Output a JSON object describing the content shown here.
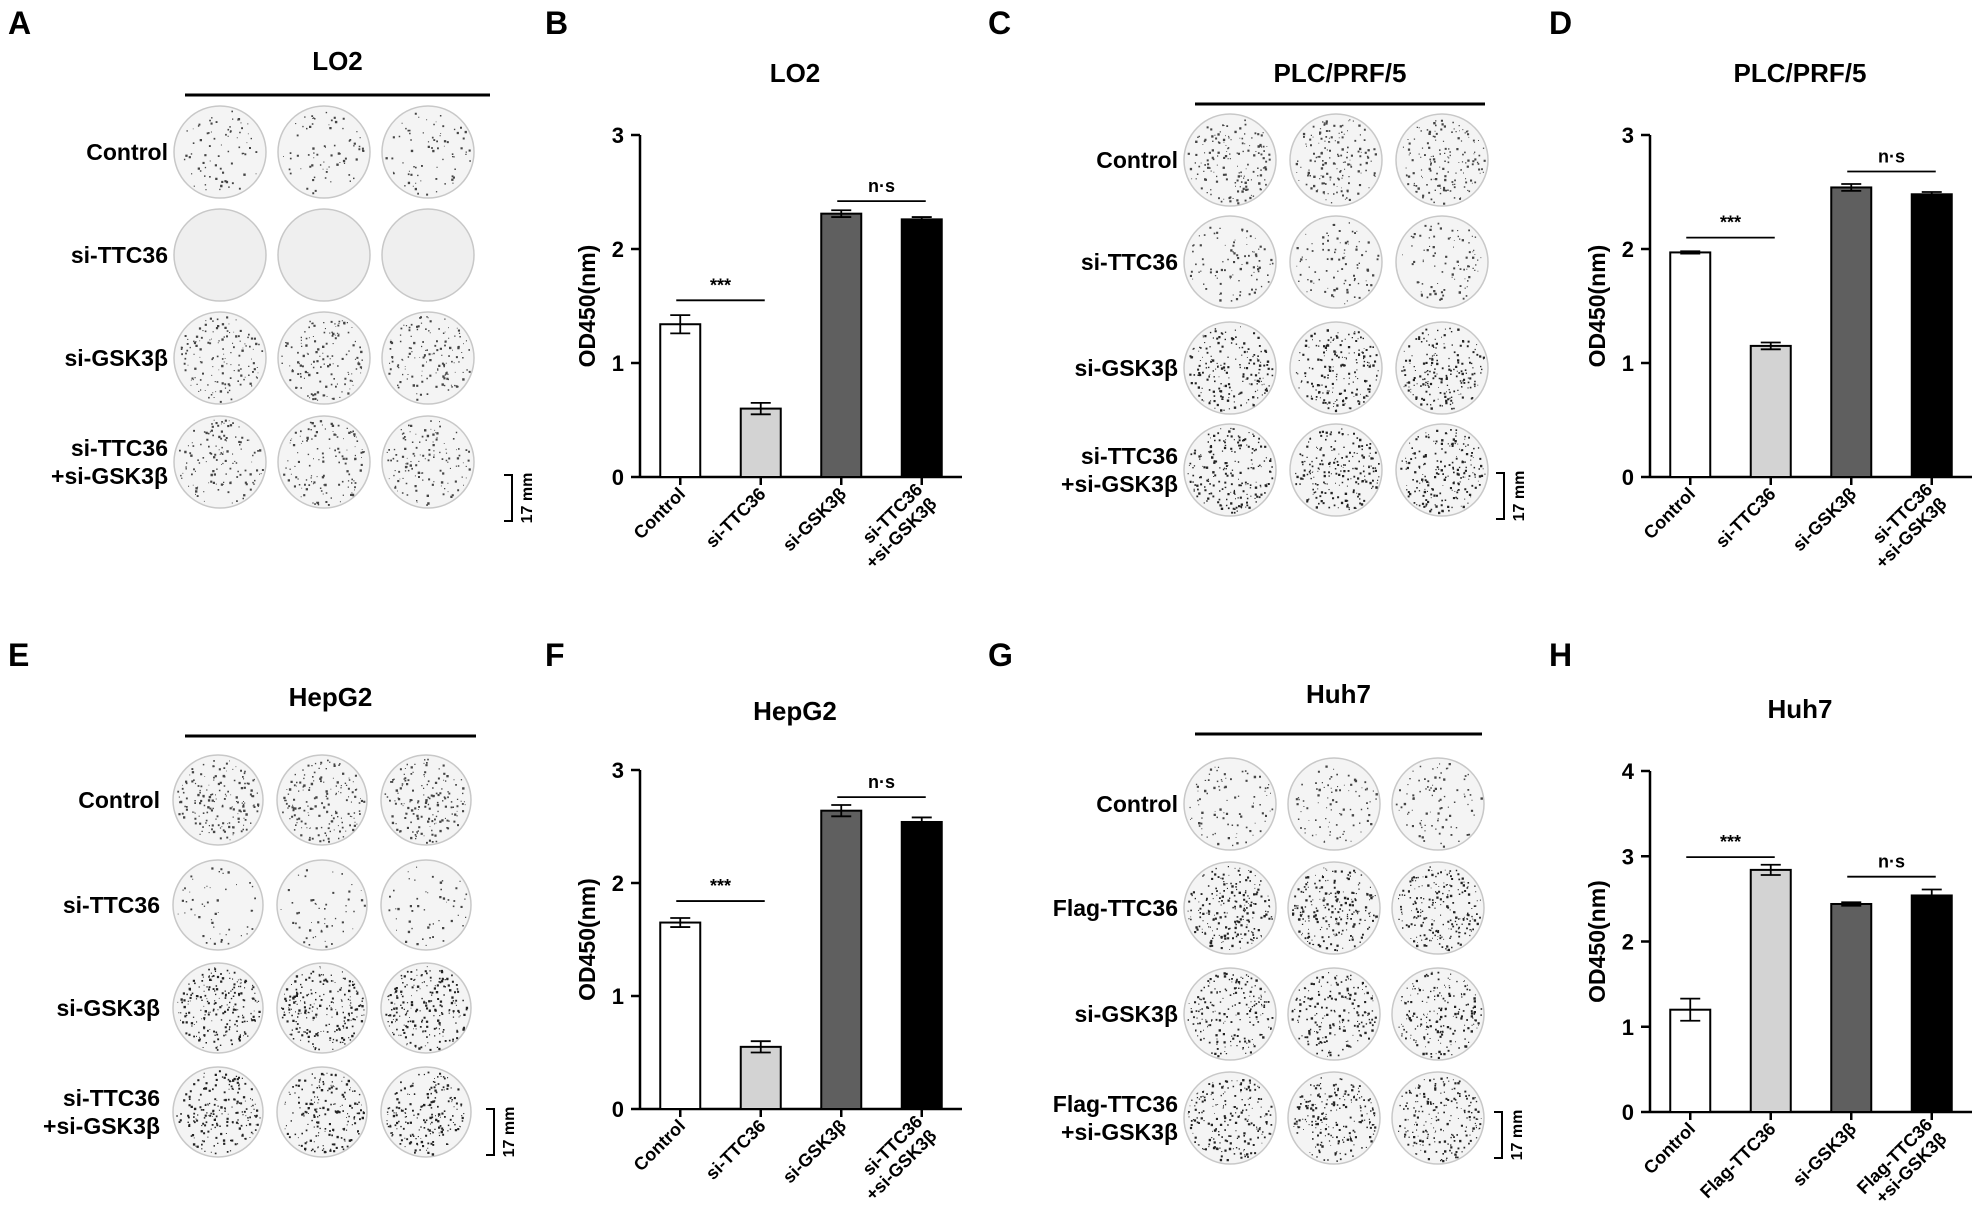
{
  "plate_panels": [
    {
      "letter": "A",
      "cell_line": "LO2",
      "rows": [
        [
          "Control"
        ],
        [
          "si-TTC36"
        ],
        [
          "si-GSK3β"
        ],
        [
          "si-TTC36",
          "+si-GSK3β"
        ]
      ],
      "densities": [
        0.28,
        0.0,
        0.55,
        0.5
      ],
      "scale_label": "17 mm"
    },
    {
      "letter": "C",
      "cell_line": "PLC/PRF/5",
      "rows": [
        [
          "Control"
        ],
        [
          "si-TTC36"
        ],
        [
          "si-GSK3β"
        ],
        [
          "si-TTC36",
          "+si-GSK3β"
        ]
      ],
      "densities": [
        0.6,
        0.35,
        0.75,
        0.8
      ],
      "scale_label": "17 mm"
    },
    {
      "letter": "E",
      "cell_line": "HepG2",
      "rows": [
        [
          "Control"
        ],
        [
          "si-TTC36"
        ],
        [
          "si-GSK3β"
        ],
        [
          "si-TTC36",
          "+si-GSK3β"
        ]
      ],
      "densities": [
        0.65,
        0.2,
        0.85,
        0.75
      ],
      "scale_label": "17 mm"
    },
    {
      "letter": "G",
      "cell_line": "Huh7",
      "rows": [
        [
          "Control"
        ],
        [
          "Flag-TTC36"
        ],
        [
          "si-GSK3β"
        ],
        [
          "Flag-TTC36",
          "+si-GSK3β"
        ]
      ],
      "densities": [
        0.35,
        0.85,
        0.75,
        0.8
      ],
      "scale_label": "17 mm"
    }
  ],
  "chart_data": [
    {
      "letter": "B",
      "type": "bar",
      "title": "LO2",
      "ylabel": "OD450(nm)",
      "ylim": [
        0,
        3
      ],
      "yticks": [
        0,
        1,
        2,
        3
      ],
      "categories": [
        [
          "Control"
        ],
        [
          "si-TTC36"
        ],
        [
          "si-GSK3β"
        ],
        [
          "si-TTC36",
          "+si-GSK3β"
        ]
      ],
      "values": [
        1.34,
        0.6,
        2.31,
        2.26
      ],
      "errors": [
        0.08,
        0.05,
        0.03,
        0.02
      ],
      "bar_colors": [
        "#ffffff",
        "#d3d3d3",
        "#5f5f5f",
        "#000000"
      ],
      "significance": [
        {
          "from": 0,
          "to": 1,
          "y": 1.55,
          "label": "***"
        },
        {
          "from": 2,
          "to": 3,
          "y": 2.42,
          "label": "n·s"
        }
      ]
    },
    {
      "letter": "D",
      "type": "bar",
      "title": "PLC/PRF/5",
      "ylabel": "OD450(nm)",
      "ylim": [
        0,
        3
      ],
      "yticks": [
        0,
        1,
        2,
        3
      ],
      "categories": [
        [
          "Control"
        ],
        [
          "si-TTC36"
        ],
        [
          "si-GSK3β"
        ],
        [
          "si-TTC36",
          "+si-GSK3β"
        ]
      ],
      "values": [
        1.97,
        1.15,
        2.54,
        2.48
      ],
      "errors": [
        0.01,
        0.03,
        0.03,
        0.02
      ],
      "bar_colors": [
        "#ffffff",
        "#d3d3d3",
        "#5f5f5f",
        "#000000"
      ],
      "significance": [
        {
          "from": 0,
          "to": 1,
          "y": 2.1,
          "label": "***"
        },
        {
          "from": 2,
          "to": 3,
          "y": 2.68,
          "label": "n·s"
        }
      ]
    },
    {
      "letter": "F",
      "type": "bar",
      "title": "HepG2",
      "ylabel": "OD450(nm)",
      "ylim": [
        0,
        3
      ],
      "yticks": [
        0,
        1,
        2,
        3
      ],
      "categories": [
        [
          "Control"
        ],
        [
          "si-TTC36"
        ],
        [
          "si-GSK3β"
        ],
        [
          "si-TTC36",
          "+si-GSK3β"
        ]
      ],
      "values": [
        1.65,
        0.55,
        2.64,
        2.54
      ],
      "errors": [
        0.04,
        0.05,
        0.05,
        0.04
      ],
      "bar_colors": [
        "#ffffff",
        "#d3d3d3",
        "#5f5f5f",
        "#000000"
      ],
      "significance": [
        {
          "from": 0,
          "to": 1,
          "y": 1.84,
          "label": "***"
        },
        {
          "from": 2,
          "to": 3,
          "y": 2.76,
          "label": "n·s"
        }
      ]
    },
    {
      "letter": "H",
      "type": "bar",
      "title": "Huh7",
      "ylabel": "OD450(nm)",
      "ylim": [
        0,
        4
      ],
      "yticks": [
        0,
        1,
        2,
        3,
        4
      ],
      "categories": [
        [
          "Control"
        ],
        [
          "Flag-TTC36"
        ],
        [
          "si-GSK3β"
        ],
        [
          "Flag-TTC36",
          "+si-GSK3β"
        ]
      ],
      "values": [
        1.2,
        2.84,
        2.44,
        2.54
      ],
      "errors": [
        0.13,
        0.06,
        0.02,
        0.07
      ],
      "bar_colors": [
        "#ffffff",
        "#d3d3d3",
        "#5f5f5f",
        "#000000"
      ],
      "significance": [
        {
          "from": 0,
          "to": 1,
          "y": 2.99,
          "label": "***"
        },
        {
          "from": 2,
          "to": 3,
          "y": 2.76,
          "label": "n·s"
        }
      ]
    }
  ]
}
